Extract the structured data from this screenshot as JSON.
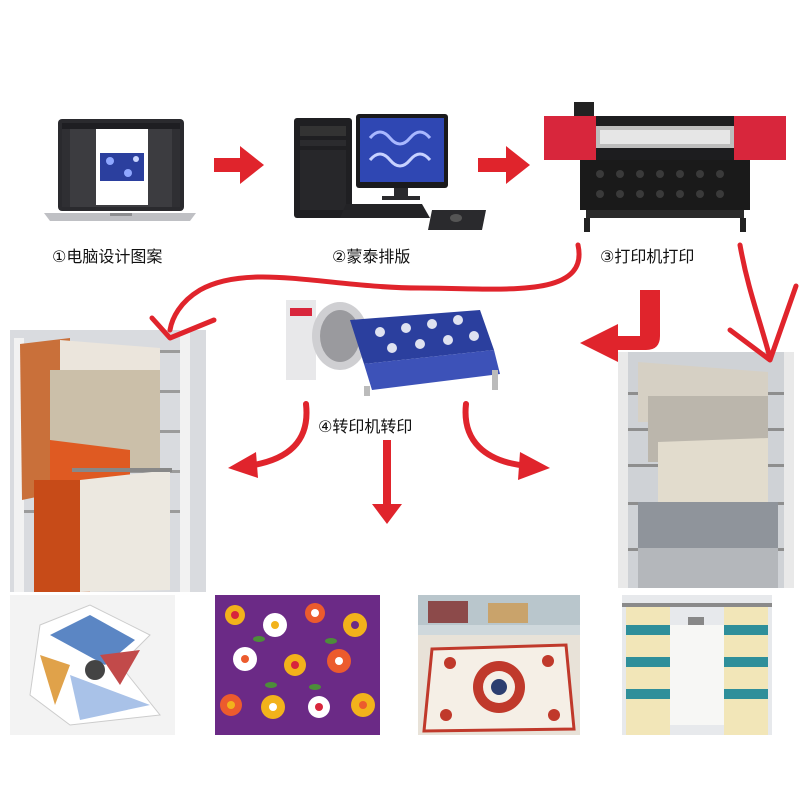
{
  "steps": [
    {
      "label": "①电脑设计图案"
    },
    {
      "label": "②蒙泰排版"
    },
    {
      "label": "③打印机打印"
    },
    {
      "label": "④转印机转印"
    }
  ],
  "colors": {
    "arrow": "#e0242c",
    "printer_body": "#1d1d1f",
    "printer_accent": "#d8263c",
    "fabric_blue": "#2b3f9e"
  },
  "images": [
    "laptop-design-image",
    "computer-layout-image",
    "printer-image",
    "heat-transfer-machine-image",
    "transfer-paper-rack-left-image",
    "transfer-paper-rack-right-image",
    "silk-scarf-image",
    "floral-fabric-image",
    "carpet-image",
    "curtain-image"
  ]
}
